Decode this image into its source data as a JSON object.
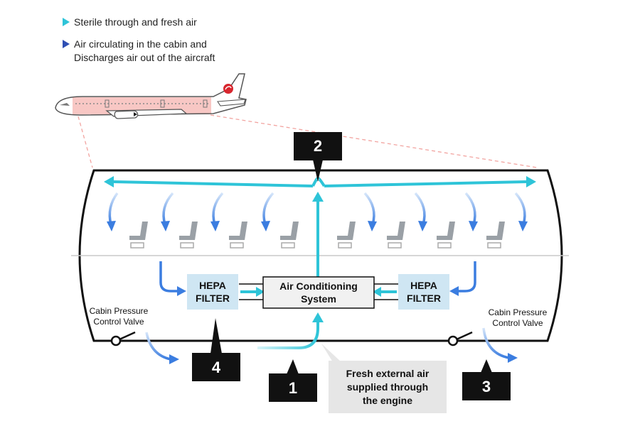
{
  "legend": {
    "fresh": "Sterile through and fresh air",
    "circulating_line1": "Air circulating in the cabin and",
    "circulating_line2": "Discharges air out of the aircraft"
  },
  "boxes": {
    "hepa_left_line1": "HEPA",
    "hepa_left_line2": "FILTER",
    "hepa_right_line1": "HEPA",
    "hepa_right_line2": "FILTER",
    "ac_line1": "Air Conditioning",
    "ac_line2": "System"
  },
  "valves": {
    "left_line1": "Cabin Pressure",
    "left_line2": "Control Valve",
    "right_line1": "Cabin Pressure",
    "right_line2": "Control Valve"
  },
  "fresh_air_note": {
    "line1": "Fresh external air",
    "line2": "supplied through",
    "line3": "the engine"
  },
  "callouts": {
    "c1": "1",
    "c2": "2",
    "c3": "3",
    "c4": "4"
  },
  "colors": {
    "fresh_air": "#2ec4d8",
    "circulating_air": "#3b7de0",
    "callout_bg": "#111111",
    "filter_bg": "#cfe6f3",
    "tail_logo": "#d8262e"
  }
}
